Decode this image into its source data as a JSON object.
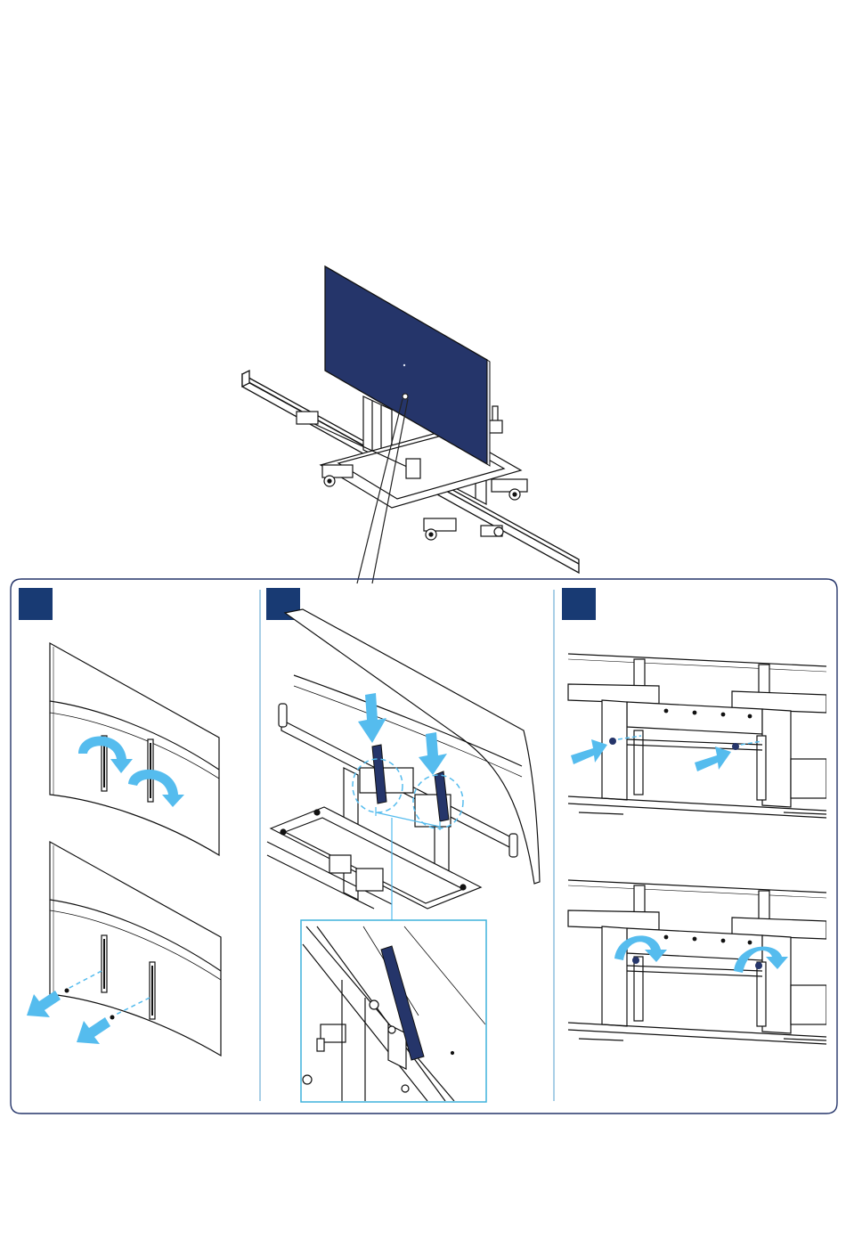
{
  "colors": {
    "screen": "#25356a",
    "badge": "#183a73",
    "arrow": "#55bcee",
    "frame": "#25356a",
    "divider": "#a9cfe6",
    "zoom_box": "#3fb2dc",
    "line": "#111111"
  },
  "steps": [
    {
      "id": "step-1",
      "label": ""
    },
    {
      "id": "step-2",
      "label": ""
    },
    {
      "id": "step-3",
      "label": ""
    }
  ],
  "icons": {
    "arrow_down": "arrow-down-icon",
    "arrow_right": "arrow-right-icon",
    "arrow_curved": "curved-arrow-icon",
    "arrow_pull": "pull-arrow-icon"
  }
}
